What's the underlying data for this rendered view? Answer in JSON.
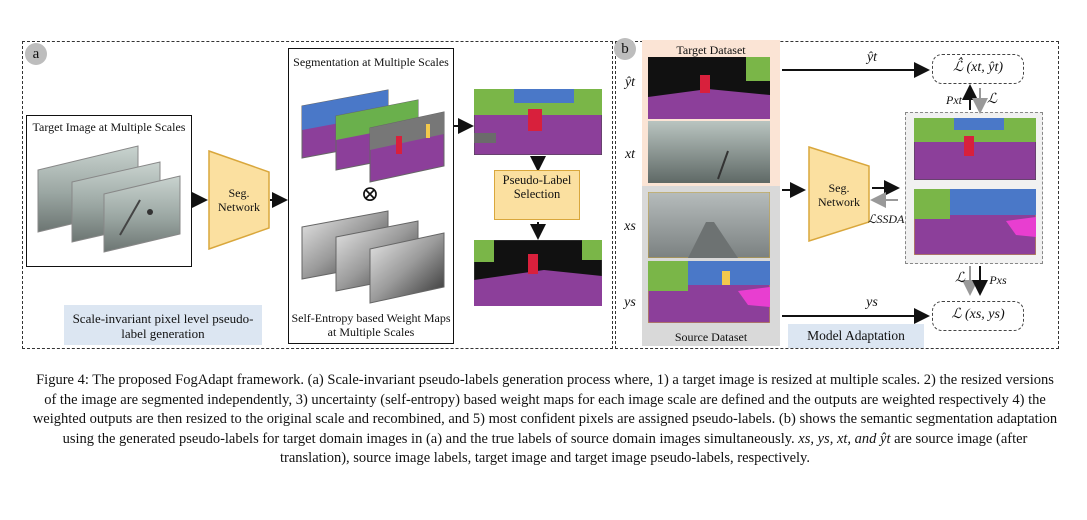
{
  "panel_a": {
    "badge": "a",
    "target_image_title": "Target Image at Multiple Scales",
    "seg_network": "Seg. Network",
    "segmentation_title": "Segmentation at Multiple Scales",
    "weight_maps_title": "Self-Entropy based Weight Maps at Multiple Scales",
    "otimes": "⊗",
    "pseudo_label_selection": "Pseudo-Label Selection",
    "footer_label": "Scale-invariant pixel level pseudo-label generation"
  },
  "panel_b": {
    "badge": "b",
    "target_dataset": "Target Dataset",
    "source_dataset": "Source Dataset",
    "row_yt": "ŷt",
    "row_xt": "xt",
    "row_xs": "xs",
    "row_ys": "ys",
    "seg_network": "Seg. Network",
    "arrow_top_label": "ŷt",
    "loss_hat": "ℒ̂ (xt, ŷt)",
    "p_xt": "Pxt",
    "l_top": "ℒ",
    "l_ssda": "ℒSSDA",
    "l_bottom": "ℒ",
    "p_xs": "Pxs",
    "arrow_bottom_label": "ys",
    "loss_src": "ℒ (xs, ys)",
    "footer_label": "Model Adaptation"
  },
  "caption": {
    "line1": "Figure 4: The proposed FogAdapt framework. (a) Scale-invariant pseudo-labels generation process where, 1) a target image is resized at multiple scales. 2) the resized versions of the image are segmented independently, 3) uncertainty (self-entropy) based weight maps for each image scale are defined and the outputs are weighted respectively 4) the weighted outputs are then resized to the original scale and recombined, and 5) most confident pixels are assigned pseudo-labels. (b) shows the semantic segmentation adaptation using the generated pseudo-labels for target domain images in (a) and the true labels of source domain images simultaneously.",
    "line2_pre": " xs, ys, xt, and ŷt",
    "line2_post": " are source image (after translation), source image labels, target image and target image pseudo-labels, respectively."
  },
  "colors": {
    "seg_network_fill": "#fbe0a0",
    "seg_network_stroke": "#d9a73c",
    "footer_fill": "#dce6f2",
    "target_dataset_fill": "#fbe4d5",
    "source_dataset_fill": "#d9d9d9",
    "road": "#8c3f9a",
    "sky": "#4a78c8",
    "vegetation": "#7ab648"
  }
}
